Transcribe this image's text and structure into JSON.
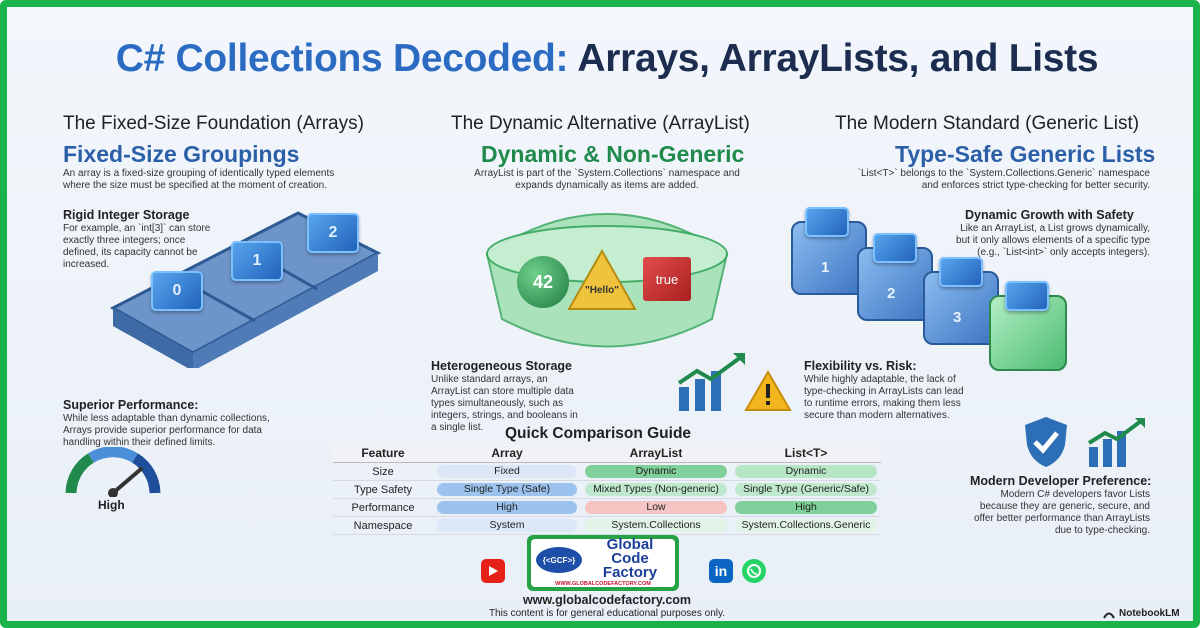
{
  "title": {
    "part1": "C# Collections Decoded:",
    "part2": "Arrays, ArrayLists, and Lists"
  },
  "columns": [
    {
      "header": "The Fixed-Size Foundation (Arrays)",
      "subtitle": "Fixed-Size Groupings",
      "description": "An array is a fixed-size grouping of identically typed elements where the size must be specified at the moment of creation.",
      "points": [
        {
          "title": "Rigid Integer Storage",
          "text": "For example, an `int[3]` can store exactly three integers; once defined, its capacity cannot be increased."
        },
        {
          "title": "Superior Performance:",
          "text": "While less adaptable than dynamic collections, Arrays provide superior performance for data handling within their defined limits."
        }
      ],
      "cube_labels": [
        "0",
        "1",
        "2"
      ],
      "gauge_label": "High"
    },
    {
      "header": "The Dynamic Alternative (ArrayList)",
      "subtitle": "Dynamic & Non-Generic",
      "description": "ArrayList is part of the `System.Collections` namespace and expands dynamically as items are added.",
      "items": [
        "42",
        "\"Hello\"",
        "true"
      ],
      "points": [
        {
          "title": "Heterogeneous Storage",
          "text": "Unlike standard arrays, an ArrayList can store multiple data types simultaneously, such as integers, strings, and booleans in a single list."
        },
        {
          "title": "Flexibility vs. Risk:",
          "text": "While highly adaptable, the lack of type-checking in ArrayLists can lead to runtime errors, making them less secure than modern alternatives."
        }
      ]
    },
    {
      "header": "The Modern Standard (Generic List)",
      "subtitle": "Type-Safe Generic Lists",
      "description": "`List<T>` belongs to the `System.Collections.Generic` namespace and enforces strict type-checking for better security.",
      "points": [
        {
          "title": "Dynamic Growth with Safety",
          "text": "Like an ArrayList, a List grows dynamically, but it only allows elements of a specific type (e.g., `List<int>` only accepts integers)."
        },
        {
          "title": "Modern Developer Preference:",
          "text": "Modern C# developers favor Lists because they are generic, secure, and offer better performance than ArrayLists due to type-checking."
        }
      ],
      "cube_labels": [
        "1",
        "2",
        "3"
      ]
    }
  ],
  "comparison": {
    "title": "Quick Comparison Guide",
    "headers": [
      "Feature",
      "Array",
      "ArrayList",
      "List<T>"
    ],
    "rows": [
      {
        "feature": "Size",
        "cells": [
          "Fixed",
          "Dynamic",
          "Dynamic"
        ]
      },
      {
        "feature": "Type Safety",
        "cells": [
          "Single Type (Safe)",
          "Mixed Types (Non-generic)",
          "Single Type (Generic/Safe)"
        ]
      },
      {
        "feature": "Performance",
        "cells": [
          "High",
          "Low",
          "High"
        ]
      },
      {
        "feature": "Namespace",
        "cells": [
          "System",
          "System.Collections",
          "System.Collections.Generic"
        ]
      }
    ]
  },
  "footer": {
    "logo_badge": "{<GCF>}",
    "logo_line1": "Global",
    "logo_line2": "Code",
    "logo_line3": "Factory",
    "logo_url": "WWW.GLOBALCODEFACTORY.COM",
    "website": "www.globalcodefactory.com",
    "disclaimer": "This content is for general educational purposes only.",
    "credit": "NotebookLM",
    "linkedin": "in"
  },
  "colors": {
    "accent_blue": "#2b6cc2",
    "accent_green": "#1f8a4c",
    "frame": "#19b34a",
    "youtube": "#e62117"
  },
  "icons": [
    "speedometer-icon",
    "trending-up-icon",
    "warning-icon",
    "shield-check-icon",
    "bar-chart-icon",
    "youtube-icon",
    "linkedin-icon",
    "whatsapp-icon"
  ]
}
